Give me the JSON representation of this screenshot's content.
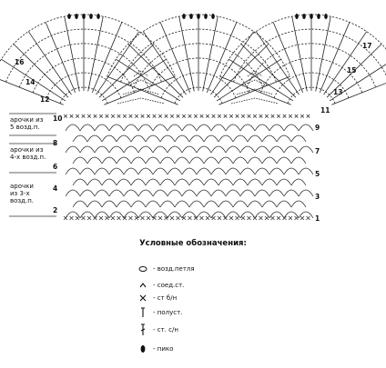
{
  "left_row_numbers": [
    "16",
    "14",
    "12",
    "10",
    "8",
    "6",
    "4",
    "2"
  ],
  "right_row_numbers": [
    "17",
    "15",
    "13",
    "11",
    "9",
    "7",
    "5",
    "3",
    "1"
  ],
  "arch_notes": [
    {
      "lines": [
        "арочки из",
        "5 возд.п."
      ]
    },
    {
      "lines": [
        "арочки из",
        "4-х возд.п."
      ]
    },
    {
      "lines": [
        "арочки",
        "из 3-х",
        "возд.п."
      ]
    }
  ],
  "legend": {
    "title": "Условные обозначения:",
    "items": [
      {
        "icon": "chain-icon",
        "label": "- возд.петля"
      },
      {
        "icon": "slip-stitch-icon",
        "label": "- соед.ст."
      },
      {
        "icon": "single-crochet-icon",
        "label": "- ст б/н"
      },
      {
        "icon": "half-double-icon",
        "label": "- полуст."
      },
      {
        "icon": "double-crochet-icon",
        "label": "- ст. с/н"
      },
      {
        "icon": "picot-icon",
        "label": "- пико"
      }
    ]
  }
}
